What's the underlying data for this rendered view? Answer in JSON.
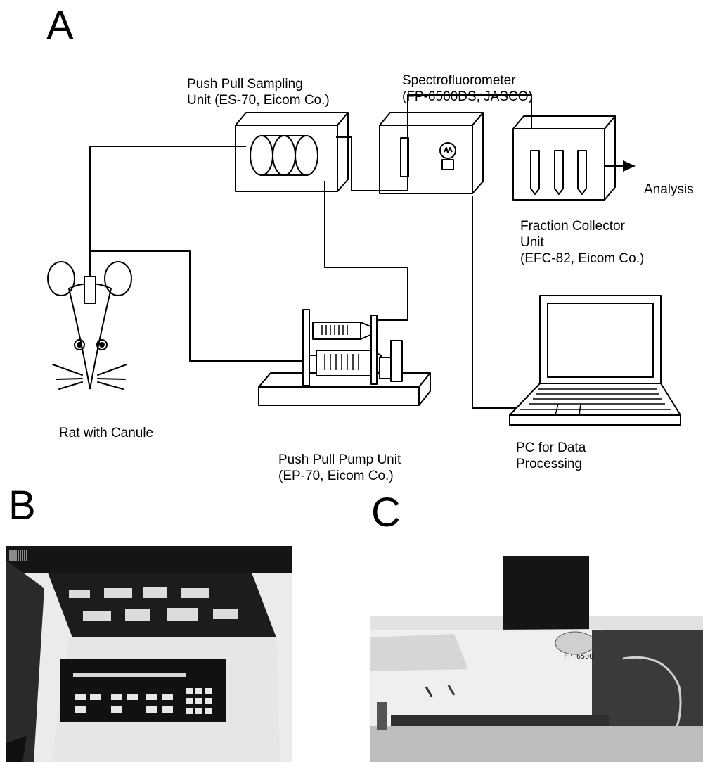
{
  "panels": {
    "a": "A",
    "b": "B",
    "c": "C"
  },
  "labels": {
    "sampling_unit": [
      "Push Pull Sampling",
      "Unit (ES-70, Eicom Co.)"
    ],
    "spectrofluorometer": [
      "Spectrofluorometer",
      "(FP-6500DS, JASCO)"
    ],
    "analysis": "Analysis",
    "fraction_collector": [
      "Fraction Collector",
      "Unit",
      "(EFC-82, Eicom Co.)"
    ],
    "rat": "Rat with Canule",
    "pump_unit": [
      "Push Pull Pump Unit",
      "(EP-70, Eicom Co.)"
    ],
    "pc": [
      "PC for Data",
      "Processing"
    ]
  },
  "photo_c_label": "FP 6500"
}
